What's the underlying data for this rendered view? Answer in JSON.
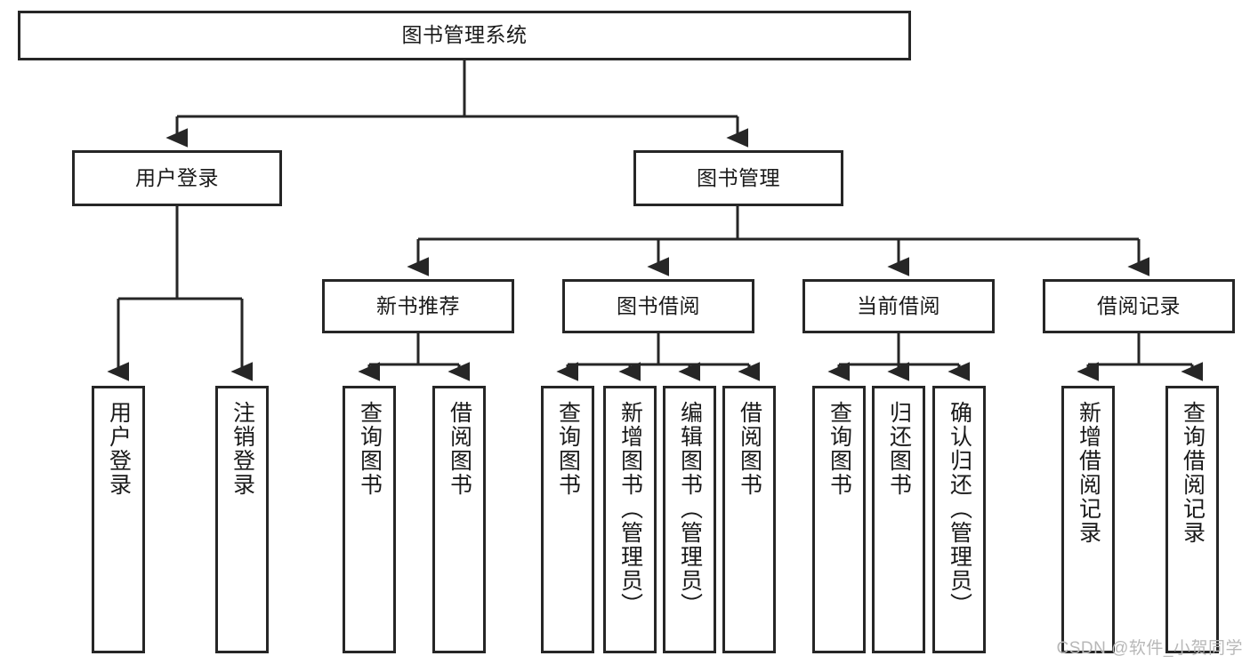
{
  "diagram": {
    "type": "hierarchy-tree",
    "title": "图书管理系统",
    "root": {
      "label": "图书管理系统"
    },
    "level2": [
      {
        "label": "用户登录"
      },
      {
        "label": "图书管理"
      }
    ],
    "level3": [
      {
        "label": "新书推荐"
      },
      {
        "label": "图书借阅"
      },
      {
        "label": "当前借阅"
      },
      {
        "label": "借阅记录"
      }
    ],
    "leaves": {
      "user_login": [
        {
          "label": "用户登录"
        },
        {
          "label": "注销登录"
        }
      ],
      "new_book_recommend": [
        {
          "label": "查询图书"
        },
        {
          "label": "借阅图书"
        }
      ],
      "book_borrow": [
        {
          "label": "查询图书"
        },
        {
          "label": "新增图书（管理员）"
        },
        {
          "label": "编辑图书（管理员）"
        },
        {
          "label": "借阅图书"
        }
      ],
      "current_borrow": [
        {
          "label": "查询图书"
        },
        {
          "label": "归还图书"
        },
        {
          "label": "确认归还（管理员）"
        }
      ],
      "borrow_records": [
        {
          "label": "新增借阅记录"
        },
        {
          "label": "查询借阅记录"
        }
      ]
    }
  },
  "watermark": {
    "text": "CSDN @软件_小贺同学"
  },
  "colors": {
    "stroke": "#262626",
    "text": "#1a1a1a",
    "background": "#ffffff",
    "watermark": "#b8b8b8"
  }
}
